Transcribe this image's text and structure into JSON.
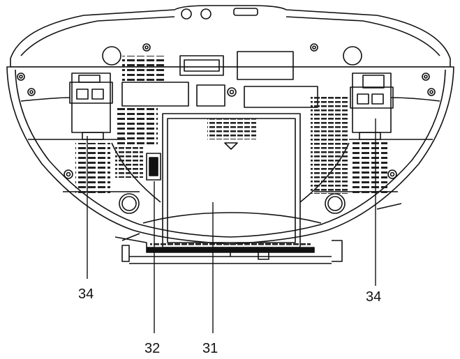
{
  "callouts": {
    "handle_left": "34",
    "handle_right": "34",
    "switch": "32",
    "battery_cover": "31"
  }
}
